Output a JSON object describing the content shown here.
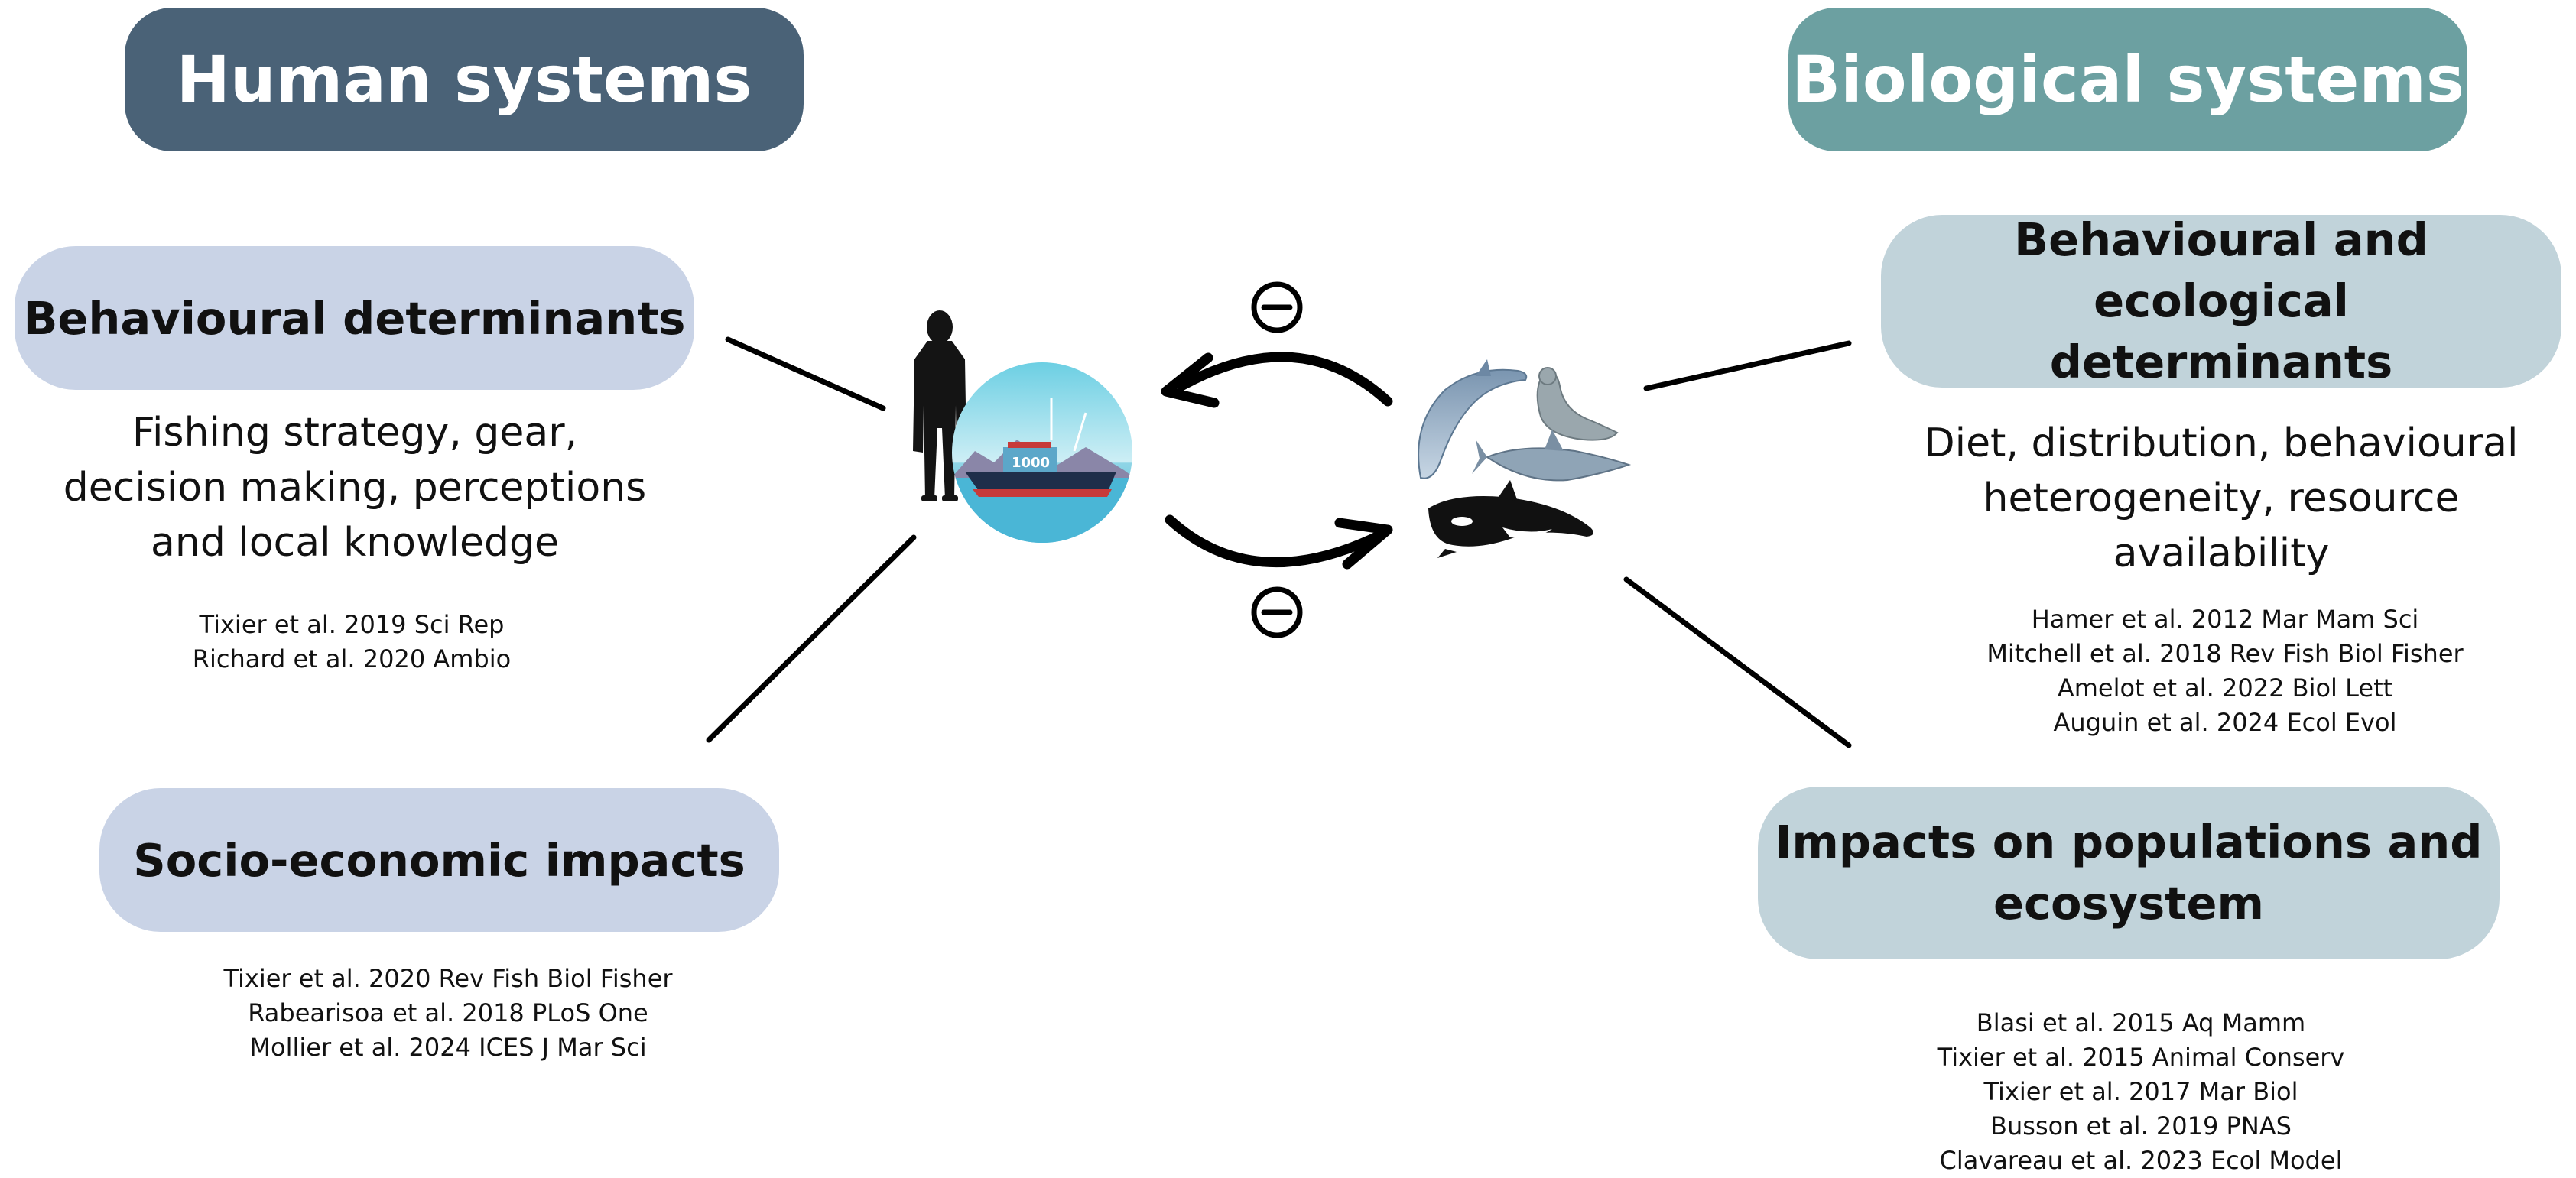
{
  "headers": {
    "human": "Human systems",
    "biological": "Biological systems"
  },
  "left": {
    "behavioural_title": "Behavioural determinants",
    "behavioural_desc": "Fishing strategy, gear, decision making, perceptions and local knowledge",
    "behavioural_refs": [
      "Tixier et al. 2019 Sci Rep",
      "Richard et al. 2020 Ambio"
    ],
    "impacts_title": "Socio-economic impacts",
    "impacts_refs": [
      "Tixier et al. 2020 Rev Fish Biol Fisher",
      "Rabearisoa et al. 2018 PLoS One",
      "Mollier et al. 2024 ICES J Mar Sci"
    ]
  },
  "right": {
    "determinants_title_line1": "Behavioural and ecological",
    "determinants_title_line2": "determinants",
    "determinants_desc": "Diet, distribution, behavioural heterogeneity, resource availability",
    "determinants_refs": [
      "Hamer et al. 2012 Mar Mam Sci",
      "Mitchell et al. 2018 Rev Fish Biol Fisher",
      "Amelot et al. 2022 Biol Lett",
      "Auguin et al. 2024 Ecol Evol"
    ],
    "impacts_title_line1": "Impacts on populations and",
    "impacts_title_line2": "ecosystem",
    "impacts_refs": [
      "Blasi et al. 2015 Aq Mamm",
      "Tixier et al. 2015 Animal Conserv",
      "Tixier et al. 2017 Mar Biol",
      "Busson et al. 2019 PNAS",
      "Clavareau et al. 2023 Ecol Model"
    ]
  },
  "center": {
    "boat_sign": "1000",
    "top_arrow_sign": "negative-sign-icon",
    "bottom_arrow_sign": "negative-sign-icon"
  },
  "colors": {
    "human_header": "#4a6277",
    "bio_header": "#6ca0a1",
    "left_box": "#c9d3e6",
    "right_box": "#c1d3da"
  }
}
